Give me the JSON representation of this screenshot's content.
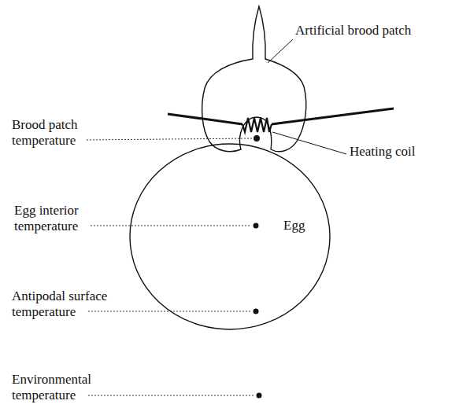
{
  "diagram": {
    "nodes": [
      {
        "text": [
          "Egg"
        ]
      }
    ],
    "labels": [
      "Artificial brood patch",
      "Brood patch temperature",
      "Heating coil",
      "Egg interior temperature",
      "Antipodal surface temperature",
      "Environmental temperature"
    ]
  }
}
